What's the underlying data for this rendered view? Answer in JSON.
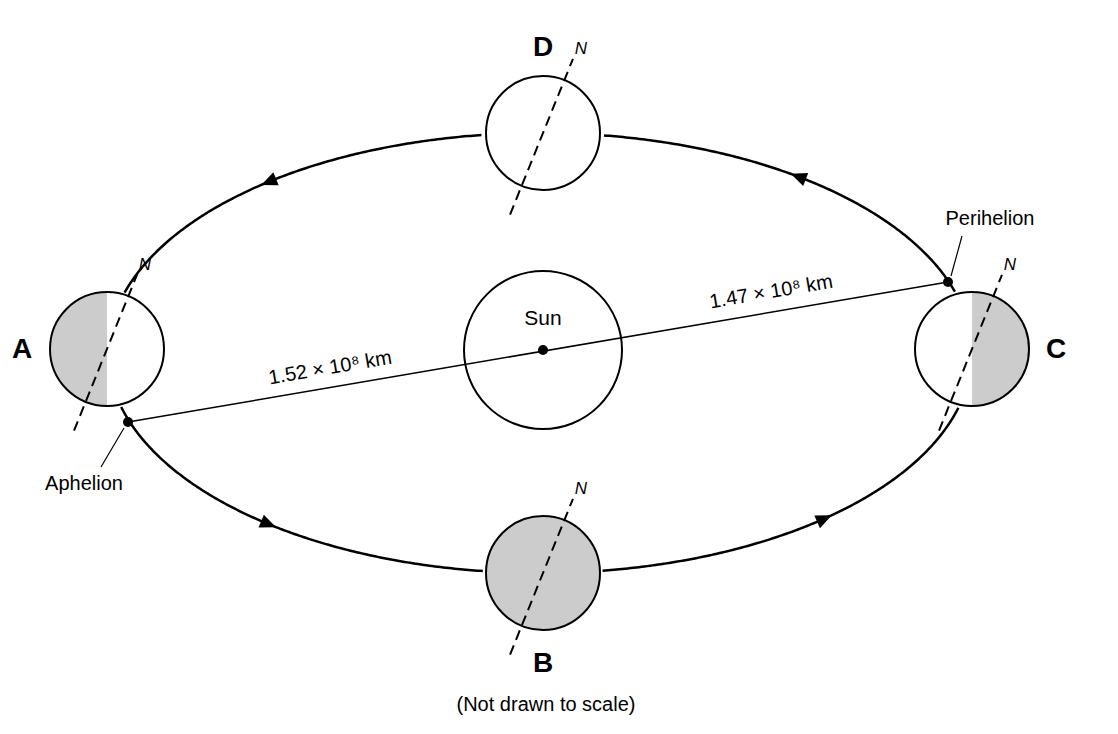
{
  "diagram": {
    "caption": "(Not drawn to scale)",
    "nodes": [
      {
        "text": [
          "D",
          "N"
        ]
      },
      {
        "text": [
          "A",
          "N"
        ]
      },
      {
        "text": [
          "Sun"
        ]
      },
      {
        "text": [
          "C",
          "N"
        ]
      },
      {
        "text": [
          "B",
          "N"
        ]
      }
    ],
    "edges": [
      {
        "from": 1,
        "to": 4,
        "arrow": "to"
      },
      {
        "from": 4,
        "to": 3,
        "arrow": "to"
      },
      {
        "from": 3,
        "to": 0,
        "arrow": "to"
      },
      {
        "from": 0,
        "to": 1,
        "arrow": "to"
      }
    ],
    "labels": [
      "Perihelion",
      "1.47 × 10⁸ km",
      "1.52 × 10⁸ km",
      "Aphelion"
    ]
  }
}
